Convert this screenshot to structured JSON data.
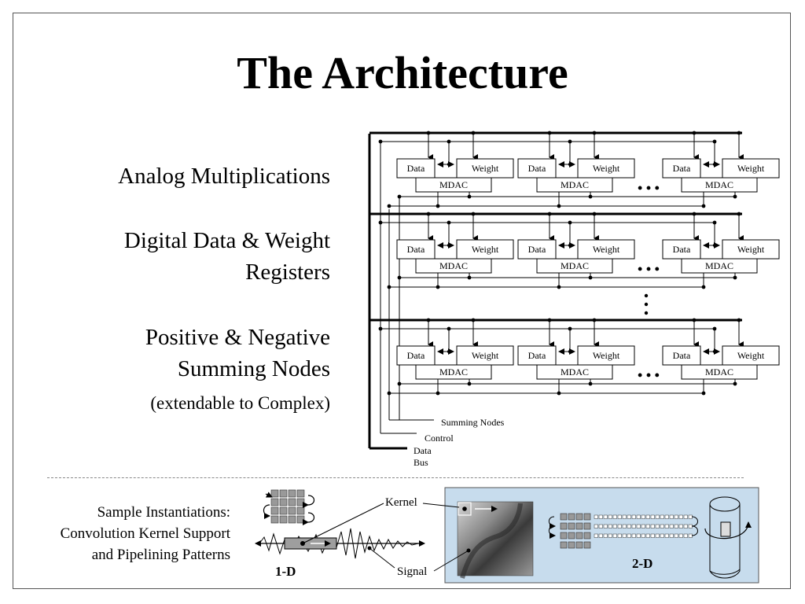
{
  "title": "The Architecture",
  "bullets": {
    "b1": "Analog Multiplications",
    "b2_line1": "Digital Data & Weight",
    "b2_line2": "Registers",
    "b3_line1": "Positive & Negative",
    "b3_line2": "Summing Nodes",
    "b3_note": "(extendable to Complex)"
  },
  "cell": {
    "data": "Data",
    "weight": "Weight",
    "mdac": "MDAC"
  },
  "ellipsis": "• • •",
  "legend": {
    "summing_nodes": "Summing Nodes",
    "control": "Control",
    "data_bus_line1": "Data",
    "data_bus_line2": "Bus"
  },
  "sample": {
    "line1": "Sample Instantiations:",
    "line2": "Convolution Kernel Support",
    "line3": "and Pipelining Patterns",
    "kernel_label": "Kernel",
    "signal_label": "Signal",
    "label_1d": "1-D",
    "label_2d": "2-D"
  },
  "colors": {
    "panel_2d_bg": "#c7dced",
    "register_gray": "#999999",
    "bus": "#000000"
  }
}
